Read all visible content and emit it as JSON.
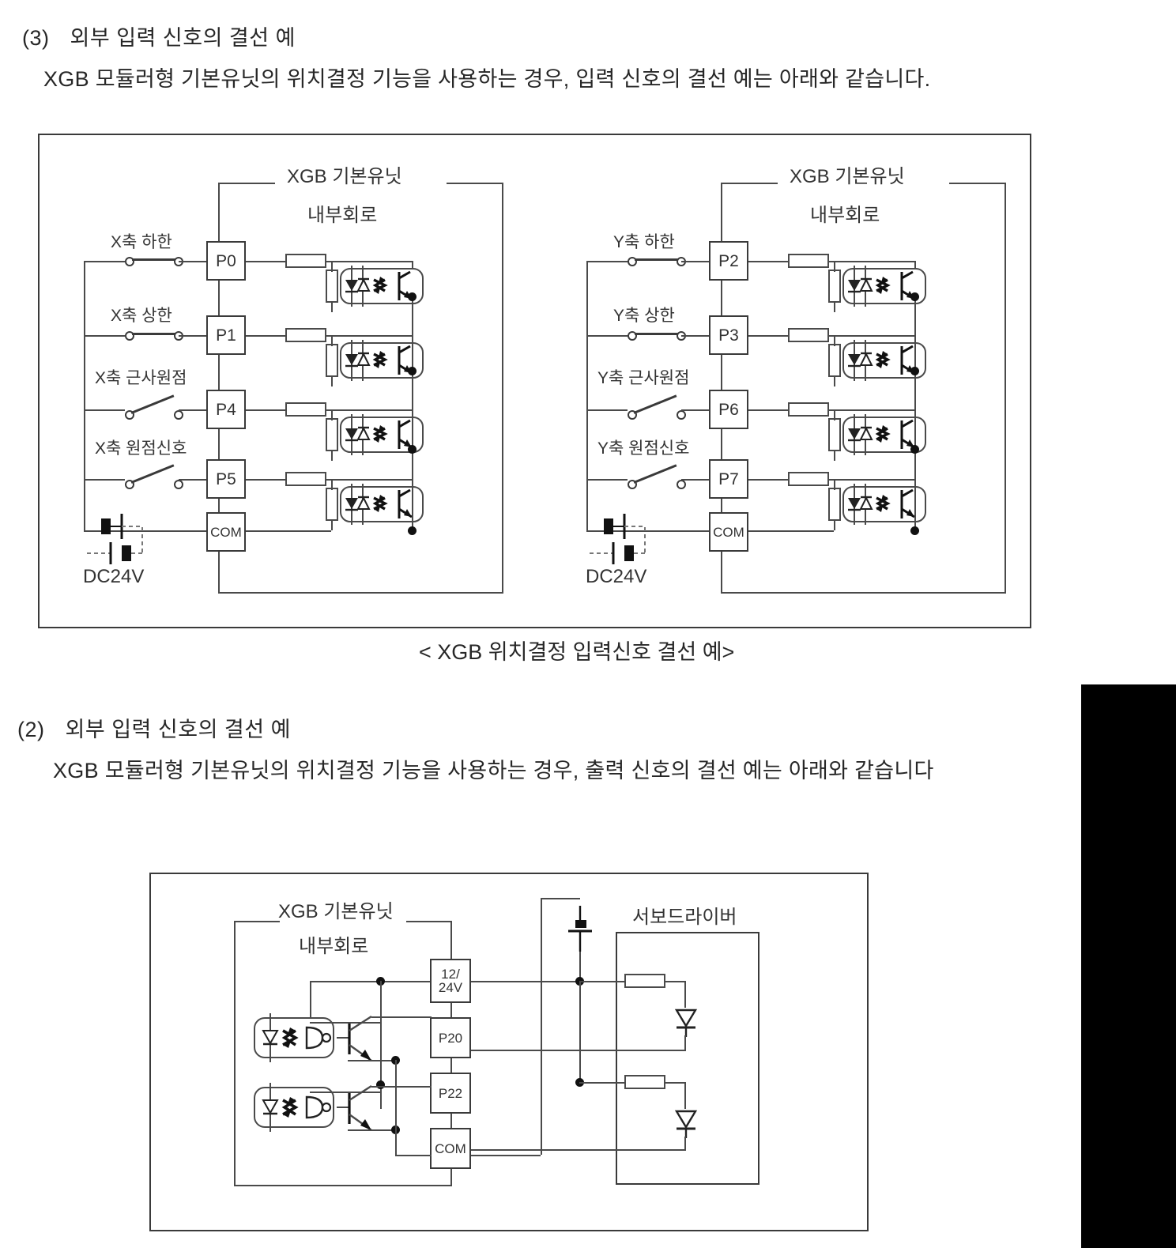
{
  "document": {
    "language": "ko",
    "page_background": "#ffffff",
    "text_color": "#272727"
  },
  "section_input": {
    "number": "(3)",
    "title": "외부 입력 신호의 결선 예",
    "body": "XGB 모듈러형 기본유닛의 위치결정 기능을 사용하는 경우, 입력 신호의 결선 예는 아래와 같습니다.",
    "caption": "< XGB 위치결정 입력신호 결선 예>",
    "circuits": [
      {
        "id": "x-axis",
        "unit_label_line1": "XGB 기본유닛",
        "unit_label_line2": "내부회로",
        "power_label": "DC24V",
        "channels": [
          {
            "signal_label": "X축 하한",
            "terminal": "P0",
            "switch_state": "closed"
          },
          {
            "signal_label": "X축 상한",
            "terminal": "P1",
            "switch_state": "closed"
          },
          {
            "signal_label": "X축 근사원점",
            "terminal": "P4",
            "switch_state": "open"
          },
          {
            "signal_label": "X축 원점신호",
            "terminal": "P5",
            "switch_state": "open"
          }
        ],
        "common_terminal": "COM"
      },
      {
        "id": "y-axis",
        "unit_label_line1": "XGB 기본유닛",
        "unit_label_line2": "내부회로",
        "power_label": "DC24V",
        "channels": [
          {
            "signal_label": "Y축 하한",
            "terminal": "P2",
            "switch_state": "closed"
          },
          {
            "signal_label": "Y축 상한",
            "terminal": "P3",
            "switch_state": "closed"
          },
          {
            "signal_label": "Y축 근사원점",
            "terminal": "P6",
            "switch_state": "open"
          },
          {
            "signal_label": "Y축 원점신호",
            "terminal": "P7",
            "switch_state": "open"
          }
        ],
        "common_terminal": "COM"
      }
    ]
  },
  "section_output": {
    "number": "(2)",
    "title": "외부 입력 신호의 결선 예",
    "body": "XGB 모듈러형 기본유닛의 위치결정 기능을 사용하는 경우, 출력 신호의 결선 예는 아래와 같습니다",
    "circuit": {
      "unit_label_line1": "XGB 기본유닛",
      "unit_label_line2": "내부회로",
      "driver_label": "서보드라이버",
      "terminals": [
        {
          "id": "supply",
          "label_line1": "12/",
          "label_line2": "24V"
        },
        {
          "id": "p20",
          "label": "P20"
        },
        {
          "id": "p22",
          "label": "P22"
        },
        {
          "id": "com",
          "label": "COM"
        }
      ],
      "driver_channels": 2
    }
  },
  "artifact": {
    "name": "scan-black-block",
    "color": "#000000"
  }
}
